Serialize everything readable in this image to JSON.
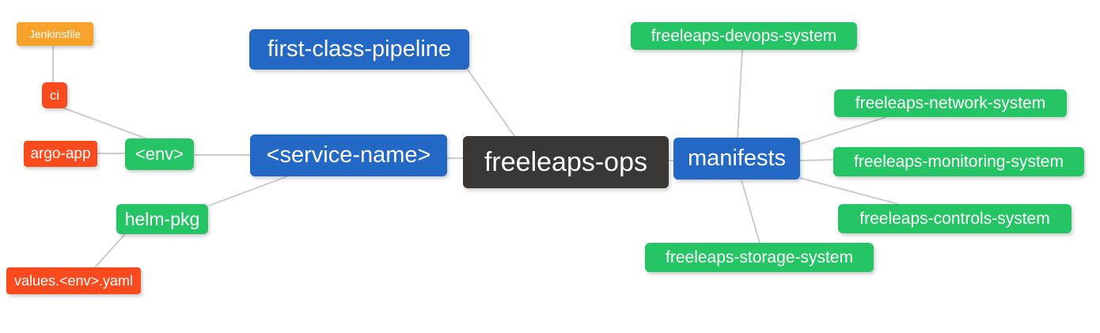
{
  "diagram": {
    "type": "mindmap",
    "root_label": "freeleaps-ops"
  },
  "colors": {
    "blue": "#2268c4",
    "green": "#25c464",
    "orange": "#f7a32b",
    "red": "#fa4b1f",
    "dark": "#3b3734",
    "edge": "#cccccc",
    "text": "#ffffff",
    "background": "#ffffff"
  },
  "nodes": {
    "jenkinsfile": {
      "label": "Jenkinsfile",
      "color": "orange"
    },
    "ci": {
      "label": "ci",
      "color": "red"
    },
    "argo_app": {
      "label": "argo-app",
      "color": "red"
    },
    "env": {
      "label": "<env>",
      "color": "green"
    },
    "helm_pkg": {
      "label": "helm-pkg",
      "color": "green"
    },
    "values_env_yaml": {
      "label": "values.<env>.yaml",
      "color": "red"
    },
    "first_class_pipeline": {
      "label": "first-class-pipeline",
      "color": "blue"
    },
    "service_name": {
      "label": "<service-name>",
      "color": "blue"
    },
    "freeleaps_ops": {
      "label": "freeleaps-ops",
      "color": "dark"
    },
    "manifests": {
      "label": "manifests",
      "color": "blue"
    },
    "devops_system": {
      "label": "freeleaps-devops-system",
      "color": "green"
    },
    "network_system": {
      "label": "freeleaps-network-system",
      "color": "green"
    },
    "monitoring_system": {
      "label": "freeleaps-monitoring-system",
      "color": "green"
    },
    "controls_system": {
      "label": "freeleaps-controls-system",
      "color": "green"
    },
    "storage_system": {
      "label": "freeleaps-storage-system",
      "color": "green"
    }
  },
  "edges": [
    {
      "from": "Jenkinsfile",
      "to": "ci"
    },
    {
      "from": "ci",
      "to": "<env>"
    },
    {
      "from": "argo-app",
      "to": "<env>"
    },
    {
      "from": "<env>",
      "to": "<service-name>"
    },
    {
      "from": "<service-name>",
      "to": "helm-pkg"
    },
    {
      "from": "helm-pkg",
      "to": "values.<env>.yaml"
    },
    {
      "from": "first-class-pipeline",
      "to": "freeleaps-ops"
    },
    {
      "from": "<service-name>",
      "to": "freeleaps-ops"
    },
    {
      "from": "freeleaps-ops",
      "to": "manifests"
    },
    {
      "from": "manifests",
      "to": "freeleaps-devops-system"
    },
    {
      "from": "manifests",
      "to": "freeleaps-network-system"
    },
    {
      "from": "manifests",
      "to": "freeleaps-monitoring-system"
    },
    {
      "from": "manifests",
      "to": "freeleaps-controls-system"
    },
    {
      "from": "manifests",
      "to": "freeleaps-storage-system"
    }
  ]
}
